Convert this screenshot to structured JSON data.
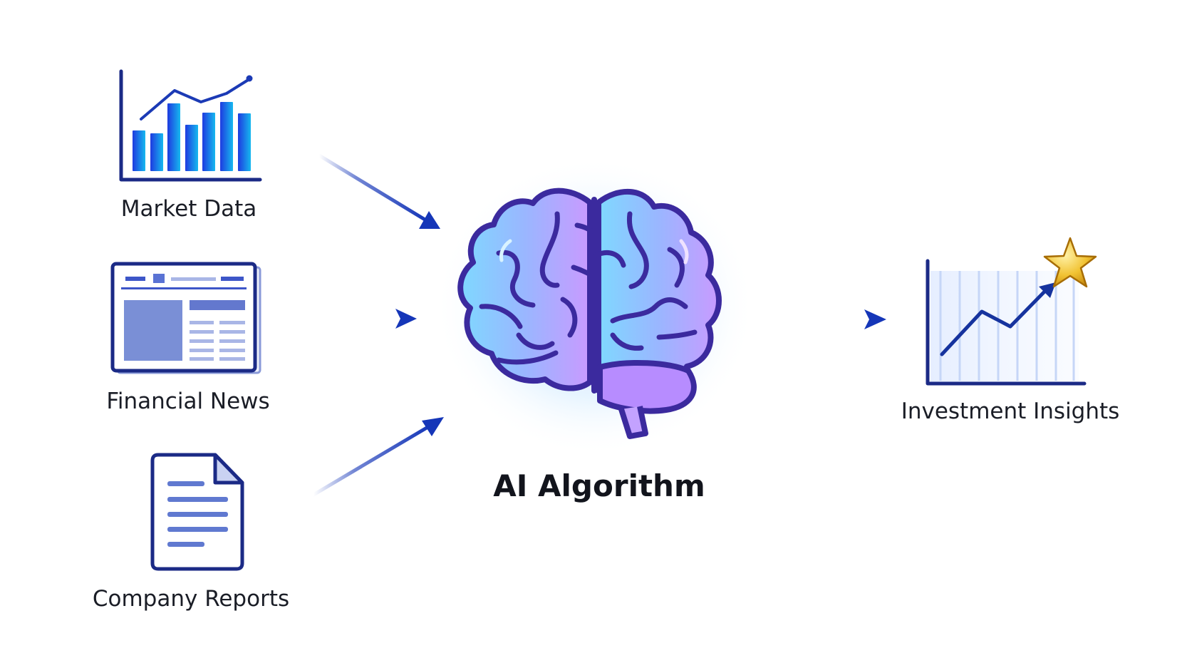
{
  "diagram": {
    "sources": [
      {
        "id": "market-data",
        "label": "Market Data",
        "icon": "bar-chart-icon"
      },
      {
        "id": "financial-news",
        "label": "Financial News",
        "icon": "newspaper-icon"
      },
      {
        "id": "company-reports",
        "label": "Company Reports",
        "icon": "document-icon"
      }
    ],
    "center": {
      "label": "AI Algorithm",
      "icon": "brain-icon"
    },
    "output": {
      "label": "Investment Insights",
      "icon": "growth-chart-star-icon"
    },
    "colors": {
      "arrow": "#1536b8",
      "icon_stroke": "#1b2a86",
      "bar_blue": "#1e40e0",
      "bar_cyan": "#17b3ee",
      "brain_glow": "#b57bff",
      "star": "#f1c232",
      "text": "#1a1d26"
    }
  }
}
